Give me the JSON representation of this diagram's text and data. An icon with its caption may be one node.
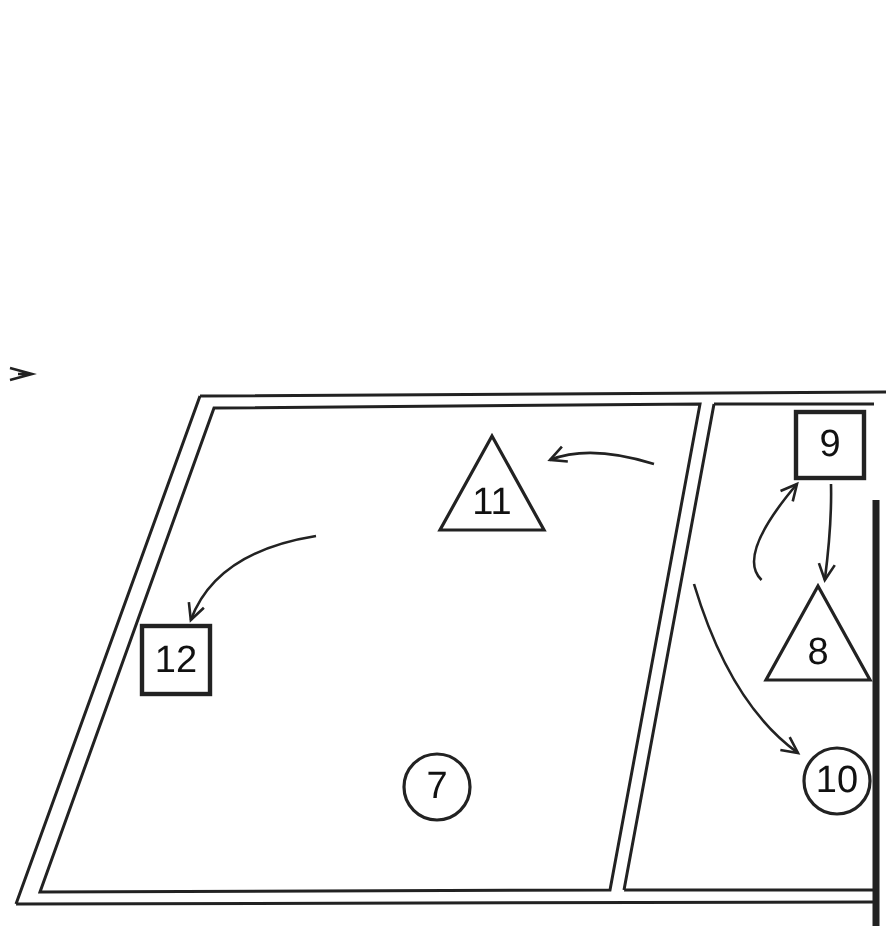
{
  "diagram": {
    "nodes": [
      {
        "text": [
          "9"
        ]
      },
      {
        "text": [
          "11"
        ]
      },
      {
        "text": [
          "8"
        ]
      },
      {
        "text": [
          "12"
        ]
      },
      {
        "text": [
          "10"
        ]
      },
      {
        "text": [
          "7"
        ]
      }
    ],
    "edges": [
      {
        "from": null,
        "to": 1,
        "arrow": "to"
      },
      {
        "from": null,
        "to": 3,
        "arrow": "to"
      },
      {
        "from": 2,
        "to": 0,
        "arrow": "to"
      },
      {
        "from": 0,
        "to": 2,
        "arrow": "to"
      },
      {
        "from": null,
        "to": 4,
        "arrow": "to"
      }
    ]
  }
}
